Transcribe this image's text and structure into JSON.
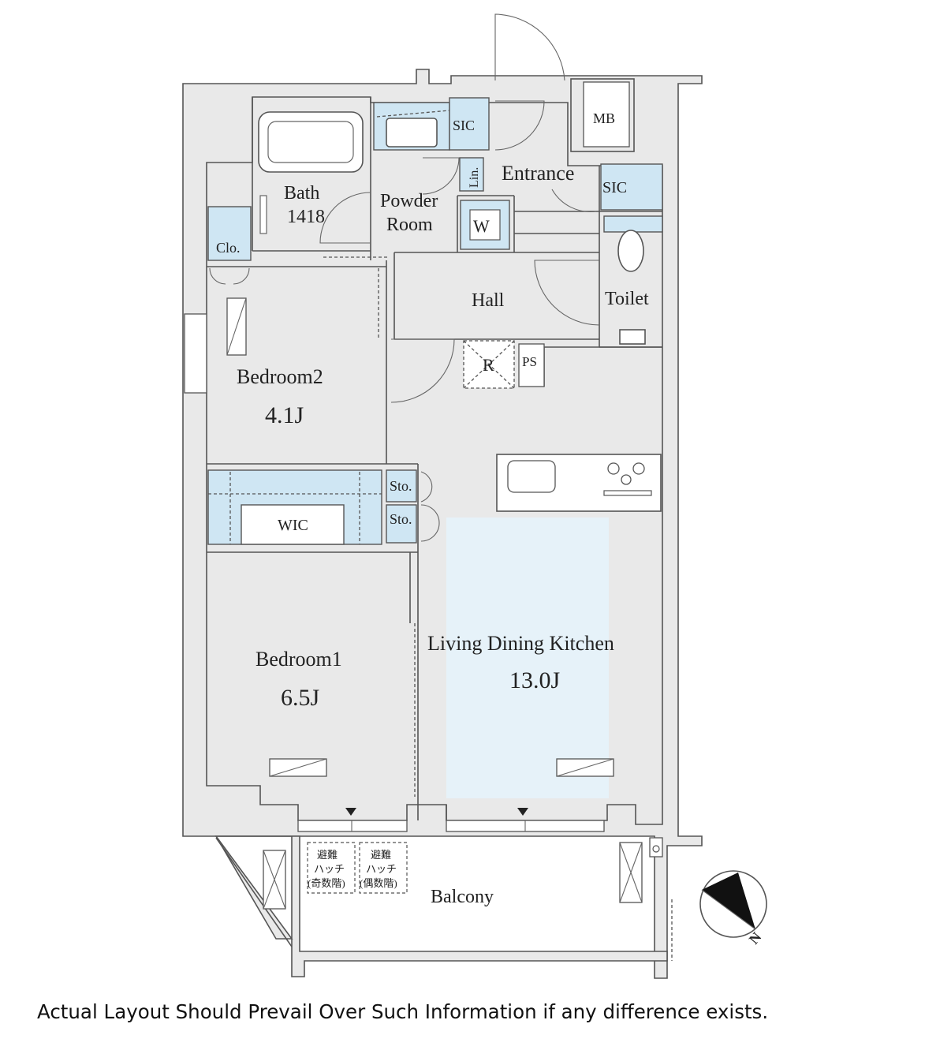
{
  "rooms": {
    "mb": "MB",
    "sic_top": "SIC",
    "lin": "Lin.",
    "entrance": "Entrance",
    "sic_right": "SIC",
    "bath_line1": "Bath",
    "bath_line2": "1418",
    "powder_line1": "Powder",
    "powder_line2": "Room",
    "washer": "W",
    "clo": "Clo.",
    "hall": "Hall",
    "toilet": "Toilet",
    "refrigerator": "R",
    "ps": "PS",
    "bedroom2": "Bedroom2",
    "bedroom2_size": "4.1J",
    "sto1": "Sto.",
    "sto2": "Sto.",
    "wic": "WIC",
    "bedroom1": "Bedroom1",
    "bedroom1_size": "6.5J",
    "ldk": "Living Dining Kitchen",
    "ldk_size": "13.0J",
    "balcony": "Balcony"
  },
  "hatch_odd": [
    "避難",
    "ハッチ",
    "(奇数階)"
  ],
  "hatch_even": [
    "避難",
    "ハッチ",
    "(偶数階)"
  ],
  "compass_label": "N",
  "disclaimer": "Actual Layout Should Prevail Over Such Information if any difference exists.",
  "colors": {
    "storage_fill": "#cfe6f3",
    "ldk_fill": "#e6f2f9",
    "wall_fill": "#e9e9e9",
    "line": "#555555"
  }
}
